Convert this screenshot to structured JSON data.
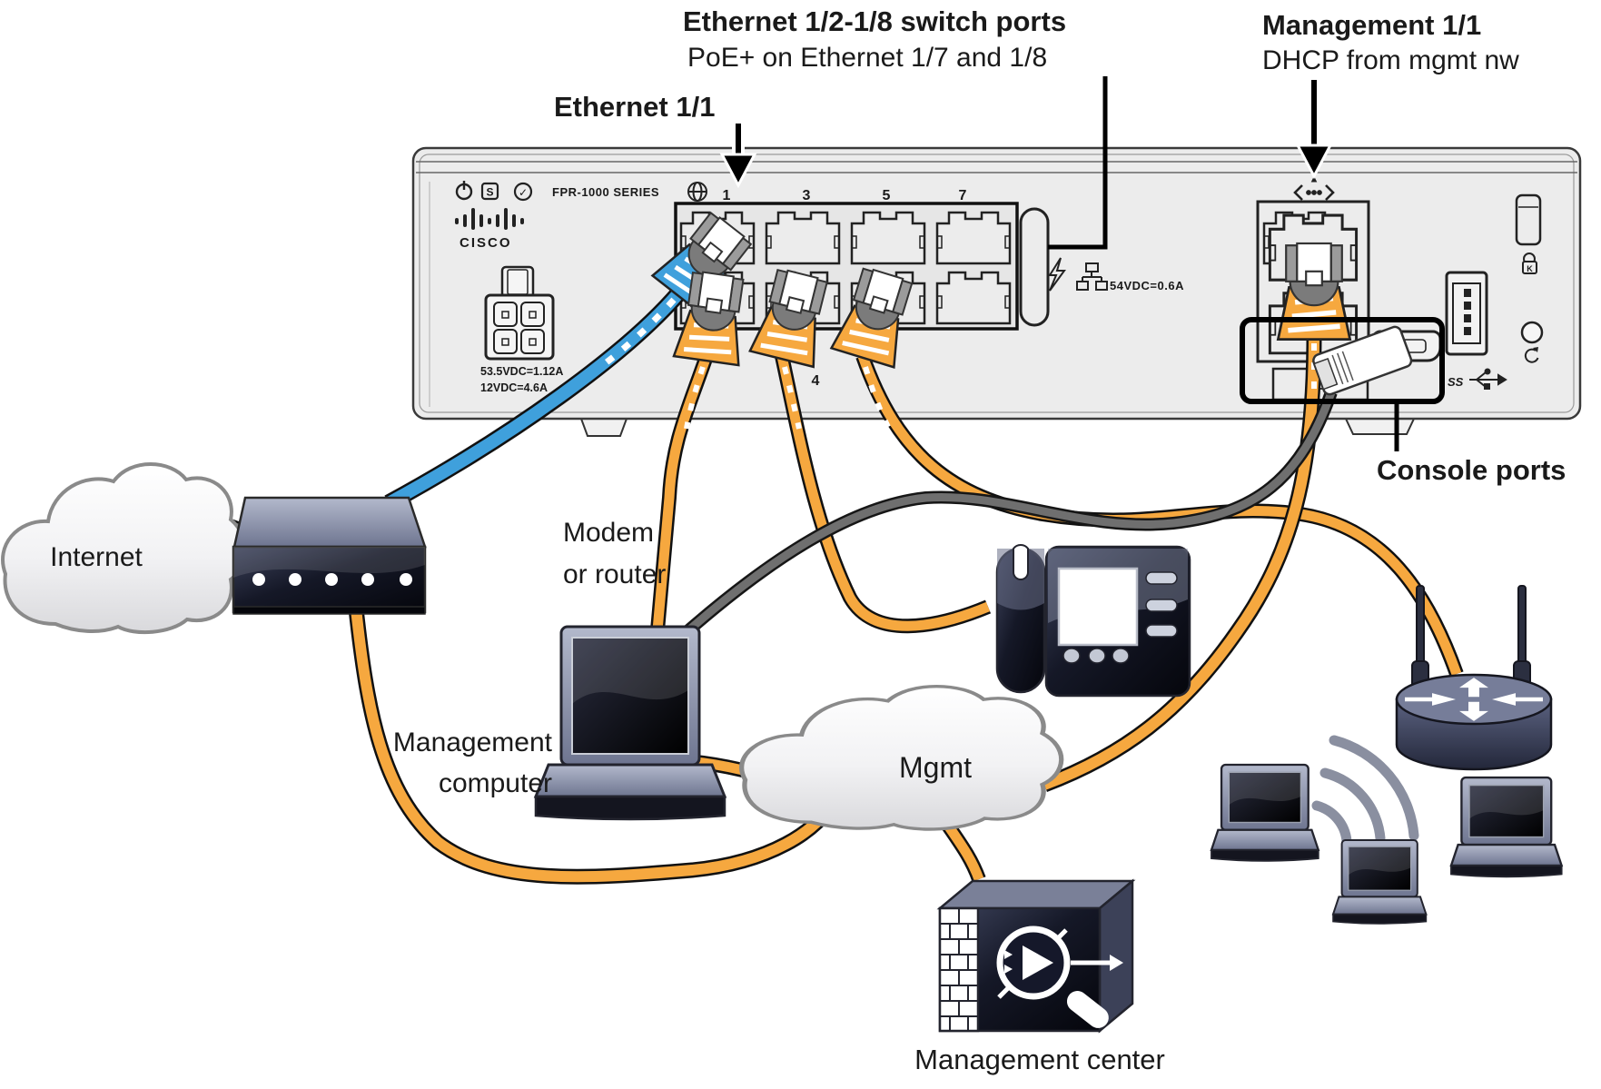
{
  "labels": {
    "ethernet11": "Ethernet 1/1",
    "switch_ports_title": "Ethernet 1/2-1/8 switch ports",
    "switch_ports_sub": "PoE+ on Ethernet 1/7 and 1/8",
    "management_title": "Management 1/1",
    "management_sub": "DHCP from mgmt nw",
    "console_ports": "Console ports",
    "internet": "Internet",
    "modem_line1": "Modem",
    "modem_line2": "or router",
    "mgmt_computer_line1": "Management",
    "mgmt_computer_line2": "computer",
    "mgmt_cloud": "Mgmt",
    "management_center": "Management center"
  },
  "device": {
    "brand": "CISCO",
    "model": "FPR-1000  SERIES",
    "power_rating_1": "53.5VDC=1.12A",
    "power_rating_2": "12VDC=4.6A",
    "poe_rating": "54VDC=0.6A",
    "port_numbers": [
      "1",
      "3",
      "5",
      "7"
    ],
    "port4_label": "4",
    "usb_ss": "SS",
    "badge_s": "S",
    "badge_check": "✓",
    "badge_k": "K"
  },
  "colors": {
    "cable_orange": "#F6A83F",
    "cable_blue": "#3FA0DC",
    "cable_gray": "#6F6F6F",
    "chassis": "#ECECEC"
  }
}
